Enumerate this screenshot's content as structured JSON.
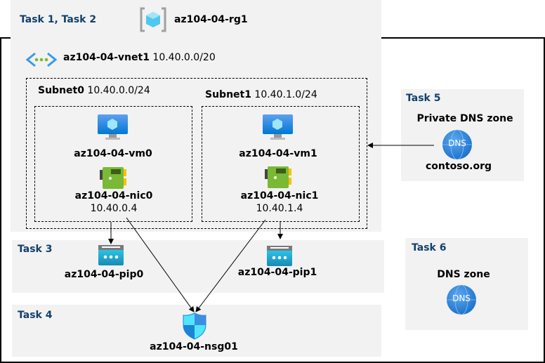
{
  "resource_group": {
    "task": "Task 1, Task 2",
    "name": "az104-04-rg1"
  },
  "vnet": {
    "name": "az104-04-vnet1",
    "cidr": "10.40.0.0/20"
  },
  "subnets": [
    {
      "name": "Subnet0",
      "cidr": "10.40.0.0/24",
      "vm": "az104-04-vm0",
      "nic": "az104-04-nic0",
      "ip": "10.40.0.4"
    },
    {
      "name": "Subnet1",
      "cidr": "10.40.1.0/24",
      "vm": "az104-04-vm1",
      "nic": "az104-04-nic1",
      "ip": "10.40.1.4"
    }
  ],
  "task3": {
    "task": "Task 3",
    "pips": [
      "az104-04-pip0",
      "az104-04-pip1"
    ]
  },
  "task4": {
    "task": "Task 4",
    "nsg": "az104-04-nsg01"
  },
  "task5": {
    "task": "Task 5",
    "title": "Private DNS zone",
    "icon_text": "DNS",
    "zone": "contoso.org"
  },
  "task6": {
    "task": "Task 6",
    "title": "DNS zone",
    "icon_text": "DNS"
  },
  "colors": {
    "task_label": "#12406b",
    "panel": "#f2f2f2",
    "dns": "#2a7fd8"
  }
}
